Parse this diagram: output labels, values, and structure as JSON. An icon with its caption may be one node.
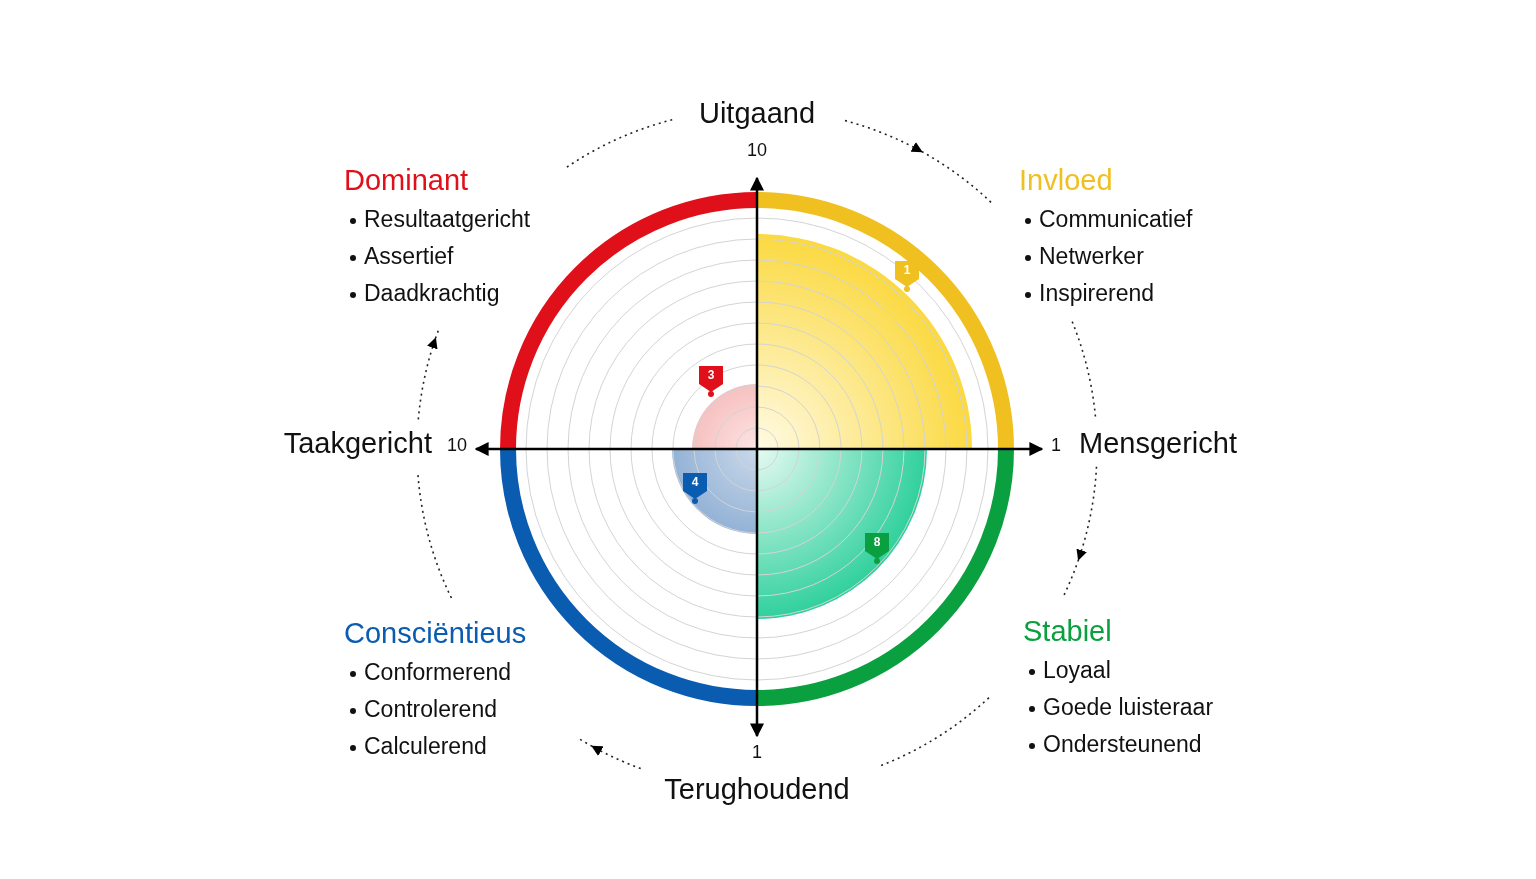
{
  "diagram": {
    "nodes": [
      {
        "text": [
          "1"
        ]
      },
      {
        "text": [
          "3"
        ]
      },
      {
        "text": [
          "4"
        ]
      },
      {
        "text": [
          "8"
        ]
      }
    ],
    "labels": [
      "Uitgaand",
      "10",
      "Dominant",
      "Resultaatgericht",
      "Assertief",
      "Daadkrachtig",
      "Invloed",
      "Communicatief",
      "Netwerker",
      "Inspirerend",
      "Taakgericht",
      "10",
      "1",
      "Mensgericht",
      "Consciëntieus",
      "Conformerend",
      "Controlerend",
      "Calculerend",
      "Stabiel",
      "Loyaal",
      "Goede luisteraar",
      "Ondersteunend",
      "1",
      "Terughoudend"
    ]
  }
}
